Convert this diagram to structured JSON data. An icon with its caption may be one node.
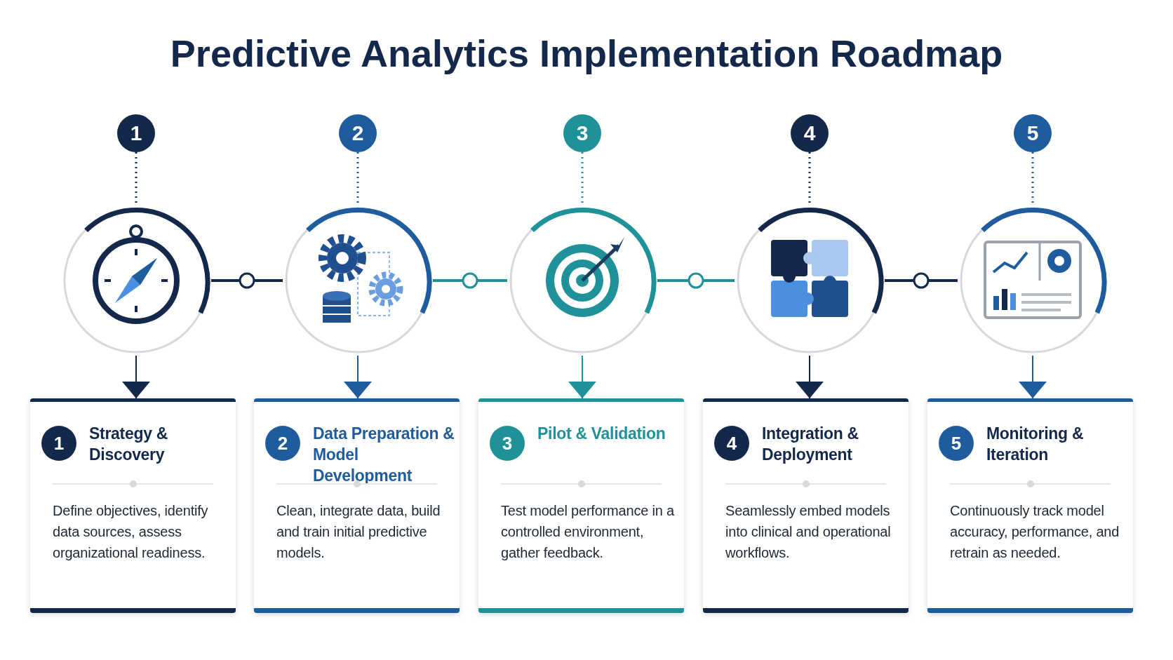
{
  "diagram": {
    "title": "Predictive Analytics Implementation Roadmap",
    "nodes": [
      {
        "text": [
          "1"
        ]
      },
      {
        "text": [
          "2"
        ]
      },
      {
        "text": [
          "3"
        ]
      },
      {
        "text": [
          "4"
        ]
      },
      {
        "text": [
          "5"
        ]
      },
      {
        "text": [],
        "shape": "circle"
      },
      {
        "text": [],
        "shape": "circle"
      },
      {
        "text": [],
        "shape": "circle"
      },
      {
        "text": [],
        "shape": "circle"
      },
      {
        "text": [],
        "shape": "circle"
      },
      {
        "text": [
          "Strategy & Discovery",
          "Define objectives, identify data sources, assess organizational readiness."
        ]
      },
      {
        "text": [
          "Data Preparation & Model Development",
          "Clean, integrate data, build and train initial predictive models."
        ]
      },
      {
        "text": [
          "Pilot & Validation",
          "Test model performance in a controlled environment, gather feedback."
        ]
      },
      {
        "text": [
          "Integration & Deployment",
          "Seamlessly embed models into clinical and operational workflows."
        ]
      },
      {
        "text": [
          "Monitoring & Iteration",
          "Continuously track model accuracy, performance, and retrain as needed."
        ]
      },
      {
        "text": [
          "1"
        ],
        "in": 10
      },
      {
        "text": [
          "2"
        ],
        "in": 11
      },
      {
        "text": [
          "3"
        ],
        "in": 12
      },
      {
        "text": [
          "4"
        ],
        "in": 13
      },
      {
        "text": [
          "5"
        ],
        "in": 14
      }
    ],
    "edges": [
      {
        "from": 0,
        "to": 5,
        "arrow": "none",
        "style": "dashed",
        "color": "#14284b"
      },
      {
        "from": 1,
        "to": 6,
        "arrow": "none",
        "style": "dashed",
        "color": "#1f5c9e"
      },
      {
        "from": 2,
        "to": 7,
        "arrow": "none",
        "style": "dashed",
        "color": "#1f9198"
      },
      {
        "from": 3,
        "to": 8,
        "arrow": "none",
        "style": "dashed",
        "color": "#14284b"
      },
      {
        "from": 4,
        "to": 9,
        "arrow": "none",
        "style": "dashed",
        "color": "#1f5c9e"
      },
      {
        "from": 5,
        "to": 6,
        "arrow": "none",
        "color": "#14284b"
      },
      {
        "from": 6,
        "to": 7,
        "arrow": "none",
        "color": "#1f9198"
      },
      {
        "from": 7,
        "to": 8,
        "arrow": "none",
        "color": "#1f9198"
      },
      {
        "from": 8,
        "to": 9,
        "arrow": "none",
        "color": "#14284b"
      },
      {
        "from": 5,
        "to": 10,
        "arrow": "to",
        "color": "#14284b"
      },
      {
        "from": 6,
        "to": 11,
        "arrow": "to",
        "color": "#1f5c9e"
      },
      {
        "from": 7,
        "to": 12,
        "arrow": "to",
        "color": "#1f9198"
      },
      {
        "from": 8,
        "to": 13,
        "arrow": "to",
        "color": "#14284b"
      },
      {
        "from": 9,
        "to": 14,
        "arrow": "to",
        "color": "#1f5c9e"
      }
    ]
  }
}
